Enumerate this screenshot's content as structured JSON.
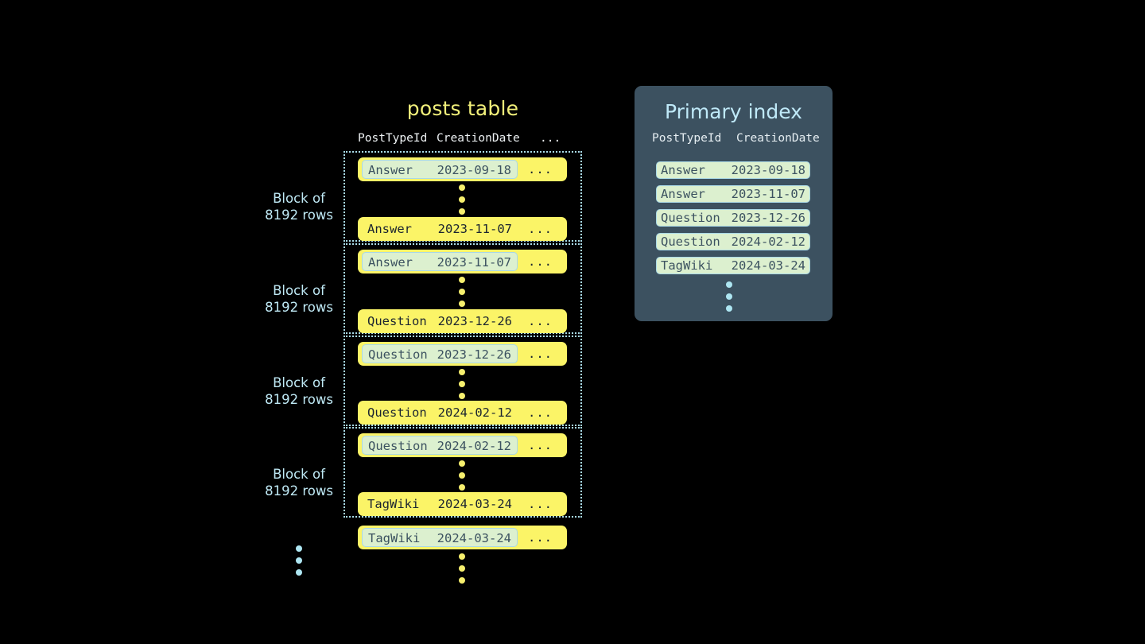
{
  "posts_table": {
    "title": "posts table",
    "columns": [
      "PostTypeId",
      "CreationDate",
      "..."
    ],
    "ellipsis": "...",
    "blocks": [
      {
        "label_line1": "Block of",
        "label_line2": "8192 rows",
        "first_row": {
          "type": "Answer",
          "date": "2023-09-18",
          "more": "...",
          "highlighted": true
        },
        "last_row": {
          "type": "Answer",
          "date": "2023-11-07",
          "more": "...",
          "highlighted": false
        }
      },
      {
        "label_line1": "Block of",
        "label_line2": "8192 rows",
        "first_row": {
          "type": "Answer",
          "date": "2023-11-07",
          "more": "...",
          "highlighted": true
        },
        "last_row": {
          "type": "Question",
          "date": "2023-12-26",
          "more": "...",
          "highlighted": false
        }
      },
      {
        "label_line1": "Block of",
        "label_line2": "8192 rows",
        "first_row": {
          "type": "Question",
          "date": "2023-12-26",
          "more": "...",
          "highlighted": true
        },
        "last_row": {
          "type": "Question",
          "date": "2024-02-12",
          "more": "...",
          "highlighted": false
        }
      },
      {
        "label_line1": "Block of",
        "label_line2": "8192 rows",
        "first_row": {
          "type": "Question",
          "date": "2024-02-12",
          "more": "...",
          "highlighted": true
        },
        "last_row": {
          "type": "TagWiki",
          "date": "2024-03-24",
          "more": "...",
          "highlighted": false
        }
      }
    ],
    "trailing_row": {
      "type": "TagWiki",
      "date": "2024-03-24",
      "more": "...",
      "highlighted": true
    }
  },
  "primary_index": {
    "title": "Primary index",
    "columns": [
      "PostTypeId",
      "CreationDate"
    ],
    "rows": [
      {
        "type": "Answer",
        "date": "2023-09-18"
      },
      {
        "type": "Answer",
        "date": "2023-11-07"
      },
      {
        "type": "Question",
        "date": "2023-12-26"
      },
      {
        "type": "Question",
        "date": "2024-02-12"
      },
      {
        "type": "TagWiki",
        "date": "2024-03-24"
      }
    ]
  },
  "colors": {
    "background": "#000000",
    "row_yellow": "#fbf467",
    "highlight_green": "#dcf0cf",
    "highlight_border": "#a9d8e6",
    "panel_slate": "#3c5160",
    "accent_blue": "#bfe9f8",
    "title_yellow": "#f2f07a",
    "dot_yellow": "#f6ef6e",
    "dot_blue": "#aee6f2"
  }
}
